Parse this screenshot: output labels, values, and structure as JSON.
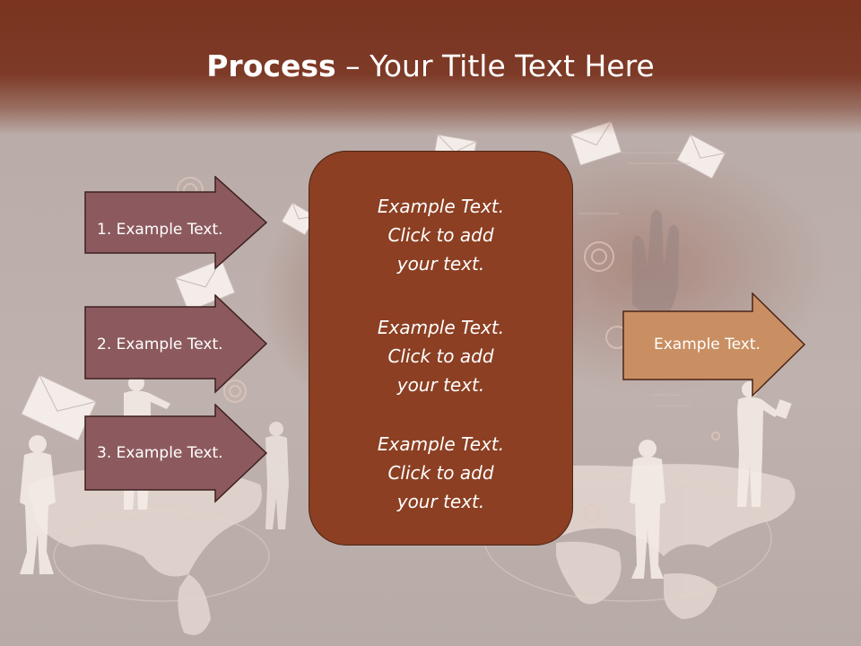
{
  "slide": {
    "title_bold": "Process",
    "title_rest": " – Your Title Text Here"
  },
  "left_arrows": [
    {
      "label": "1. Example Text."
    },
    {
      "label": "2. Example Text."
    },
    {
      "label": "3. Example Text."
    }
  ],
  "center_box": {
    "blocks": [
      {
        "line1": "Example Text.",
        "line2": "Click  to add",
        "line3": "your text."
      },
      {
        "line1": "Example Text.",
        "line2": "Click  to add",
        "line3": "your text."
      },
      {
        "line1": "Example Text.",
        "line2": "Click  to add",
        "line3": "your text."
      }
    ]
  },
  "right_arrow": {
    "label": "Example Text."
  },
  "colors": {
    "header": "#7a3420",
    "left_arrow_fill": "#8c5a5e",
    "center_box_fill": "#8c3f22",
    "right_arrow_fill": "#c98f62"
  },
  "icons": [
    "envelope-icon",
    "hand-icon",
    "world-map-icon",
    "person-silhouette-icon"
  ]
}
